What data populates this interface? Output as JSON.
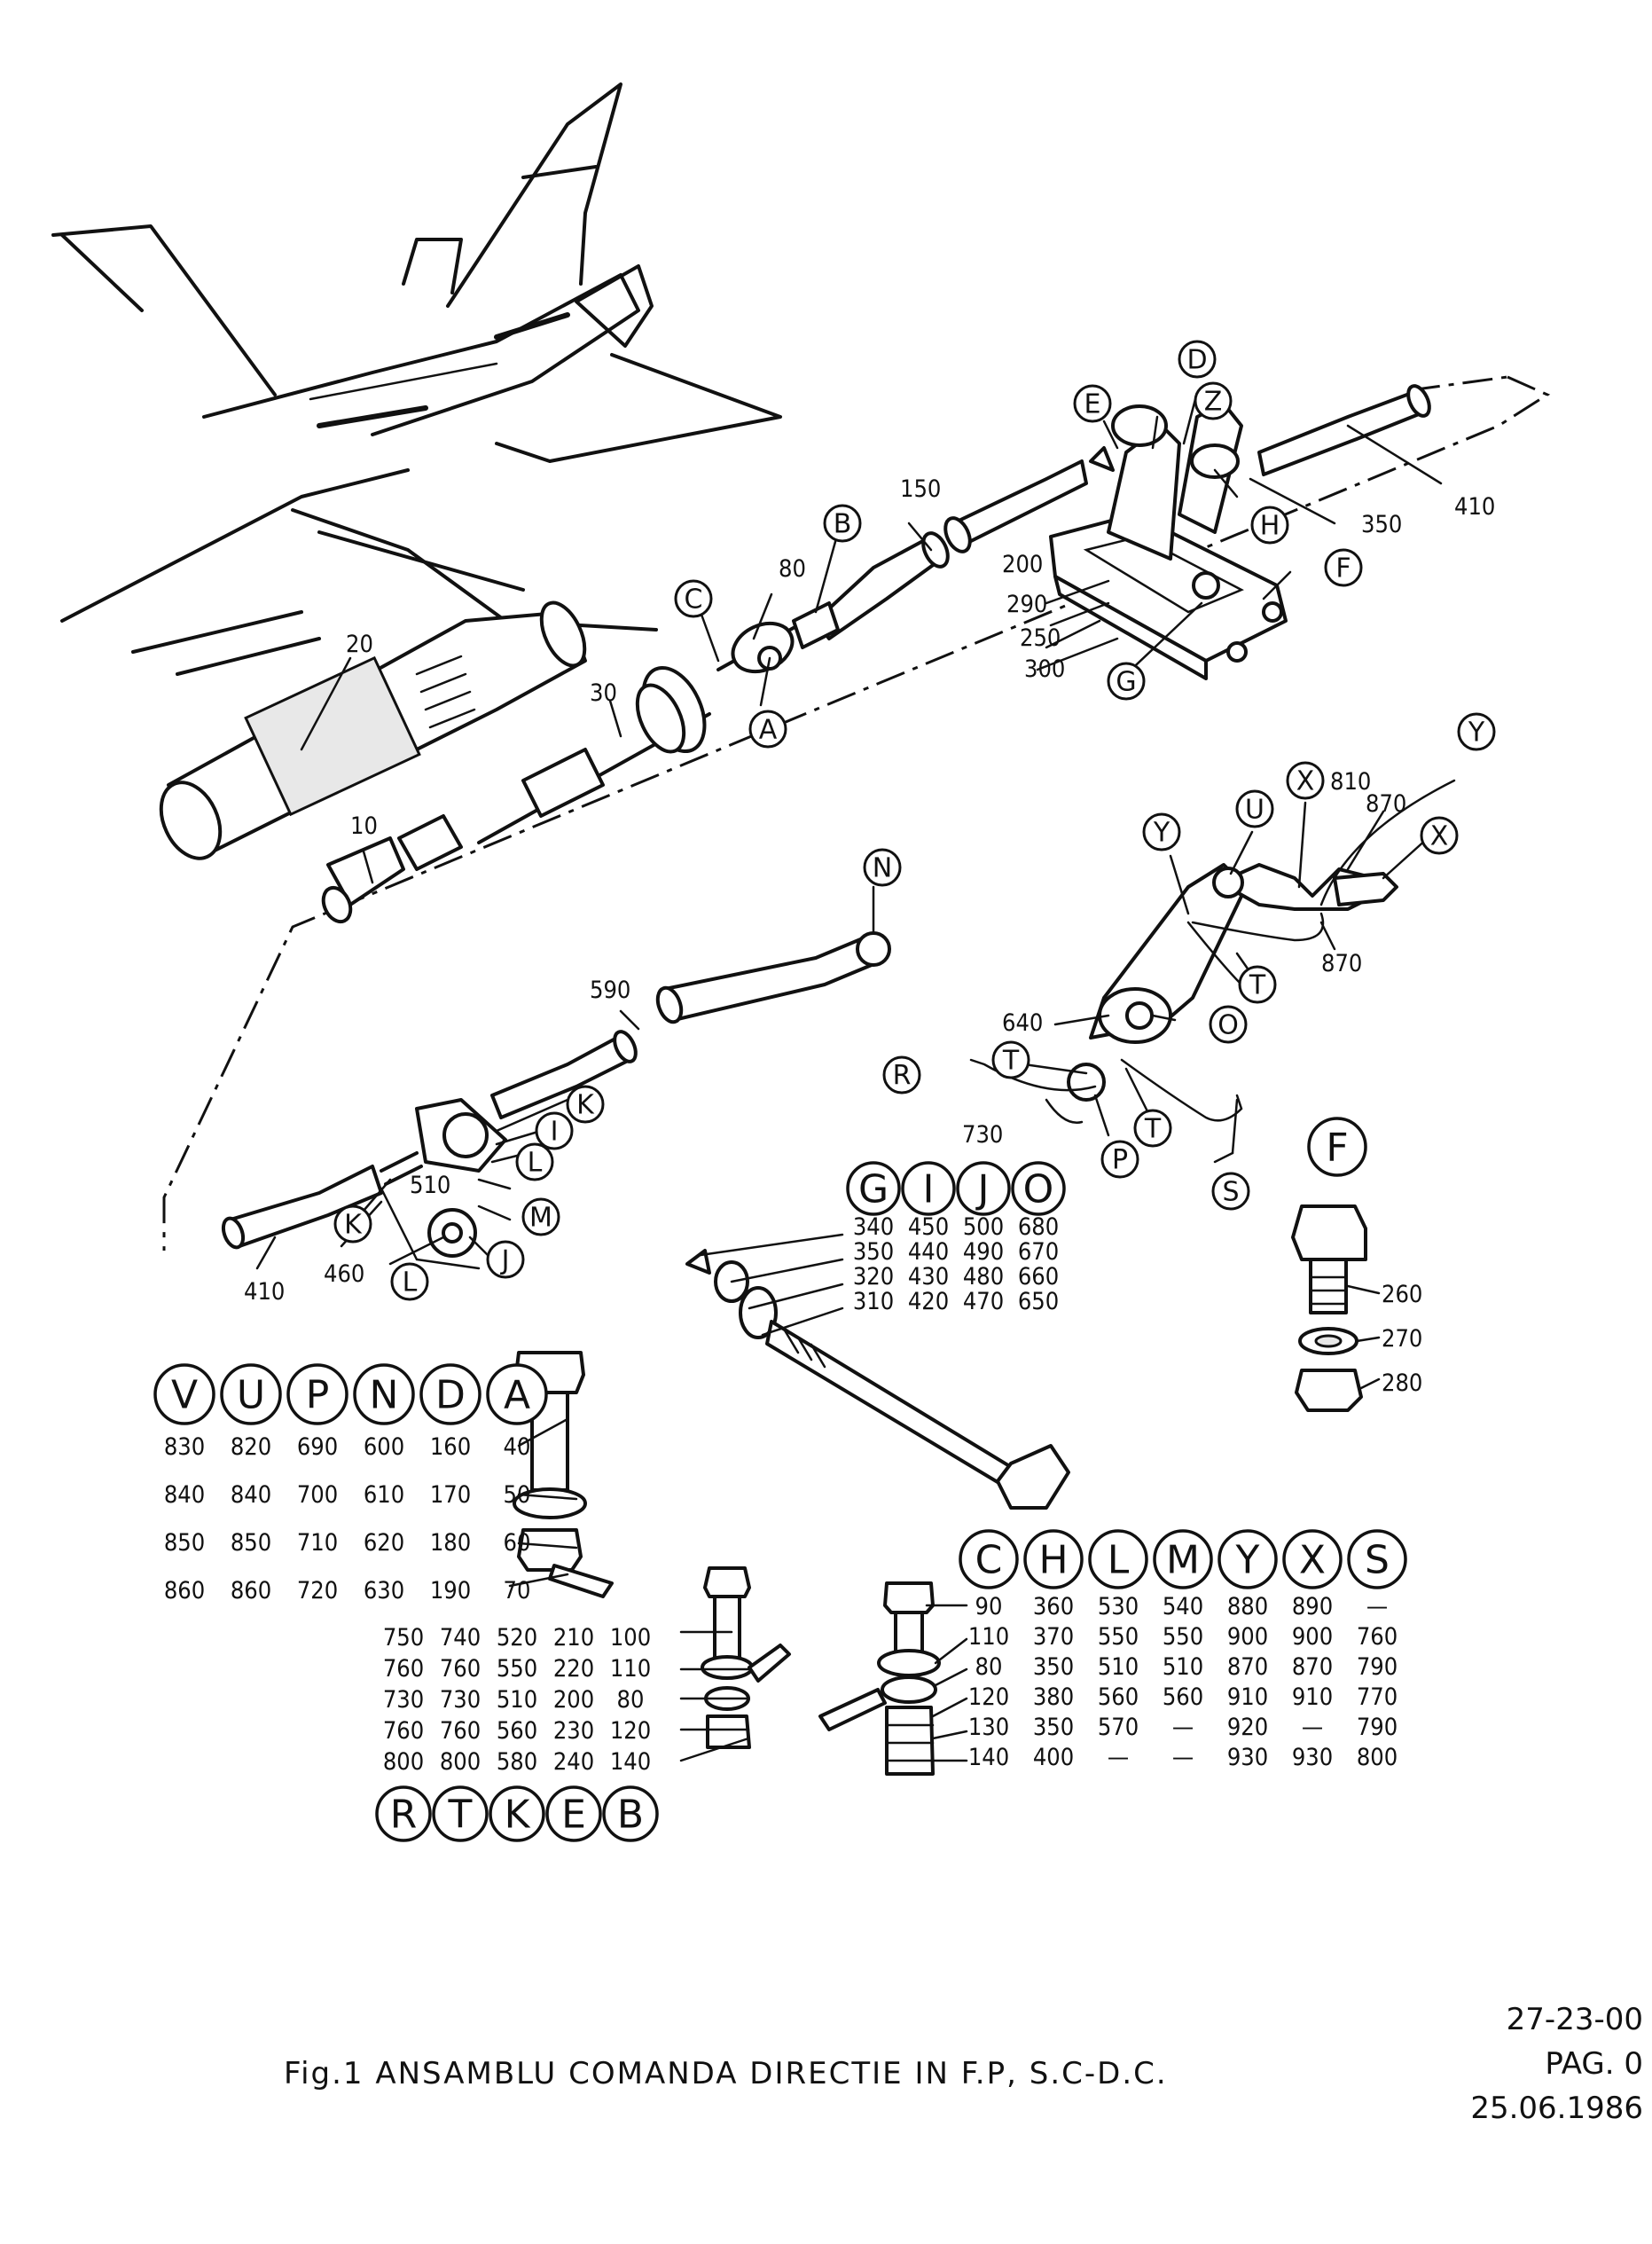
{
  "caption": "Fig.1 ANSAMBLU COMANDA DIRECTIE IN F.P, S.C-D.C.",
  "doc_ref": {
    "code": "27-23-00",
    "page": "PAG. 0",
    "date": "25.06.1986"
  },
  "callouts": {
    "n20": "20",
    "n30": "30",
    "n10": "10",
    "n80": "80",
    "n150": "150",
    "n200": "200",
    "n290": "290",
    "n250": "250",
    "n300": "300",
    "n350": "350",
    "n410a": "410",
    "n810": "810",
    "n870a": "870",
    "n870b": "870",
    "n590": "590",
    "n640": "640",
    "n730": "730",
    "n510": "510",
    "n460": "460",
    "n410b": "410",
    "lC": "C",
    "lB": "B",
    "lA": "A",
    "lE": "E",
    "lD": "D",
    "lZ": "Z",
    "lH": "H",
    "lF": "F",
    "lG": "G",
    "lN": "N",
    "lY1": "Y",
    "lU": "U",
    "lX1": "X",
    "lY2": "Y",
    "lX2": "X",
    "lT1": "T",
    "lO": "O",
    "lR": "R",
    "lT2": "T",
    "lT3": "T",
    "lP": "P",
    "lS": "S",
    "lK1": "K",
    "lI": "I",
    "lL1": "L",
    "lM": "M",
    "lK2": "K",
    "lJ": "J",
    "lL2": "L"
  },
  "table_gijo": {
    "letters": [
      "G",
      "I",
      "J",
      "O"
    ],
    "rows": [
      [
        "340",
        "450",
        "500",
        "680"
      ],
      [
        "350",
        "440",
        "490",
        "670"
      ],
      [
        "320",
        "430",
        "480",
        "660"
      ],
      [
        "310",
        "420",
        "470",
        "650"
      ]
    ]
  },
  "table_f": {
    "letter": "F",
    "items": [
      "260",
      "270",
      "280"
    ]
  },
  "table_vupnda": {
    "letters": [
      "V",
      "U",
      "P",
      "N",
      "D",
      "A"
    ],
    "rows": [
      [
        "830",
        "820",
        "690",
        "600",
        "160",
        "40"
      ],
      [
        "840",
        "840",
        "700",
        "610",
        "170",
        "50"
      ],
      [
        "850",
        "850",
        "710",
        "620",
        "180",
        "60"
      ],
      [
        "860",
        "860",
        "720",
        "630",
        "190",
        "70"
      ]
    ]
  },
  "table_rtkeb": {
    "letters": [
      "R",
      "T",
      "K",
      "E",
      "B"
    ],
    "rows": [
      [
        "750",
        "740",
        "520",
        "210",
        "100"
      ],
      [
        "760",
        "760",
        "550",
        "220",
        "110"
      ],
      [
        "730",
        "730",
        "510",
        "200",
        "80"
      ],
      [
        "760",
        "760",
        "560",
        "230",
        "120"
      ],
      [
        "800",
        "800",
        "580",
        "240",
        "140"
      ]
    ]
  },
  "table_chlmyxs": {
    "letters": [
      "C",
      "H",
      "L",
      "M",
      "Y",
      "X",
      "S"
    ],
    "rows": [
      [
        "90",
        "360",
        "530",
        "540",
        "880",
        "890",
        "—"
      ],
      [
        "110",
        "370",
        "550",
        "550",
        "900",
        "900",
        "760"
      ],
      [
        "80",
        "350",
        "510",
        "510",
        "870",
        "870",
        "790"
      ],
      [
        "120",
        "380",
        "560",
        "560",
        "910",
        "910",
        "770"
      ],
      [
        "130",
        "350",
        "570",
        "—",
        "920",
        "—",
        "790"
      ],
      [
        "140",
        "400",
        "—",
        "—",
        "930",
        "930",
        "800"
      ]
    ]
  }
}
